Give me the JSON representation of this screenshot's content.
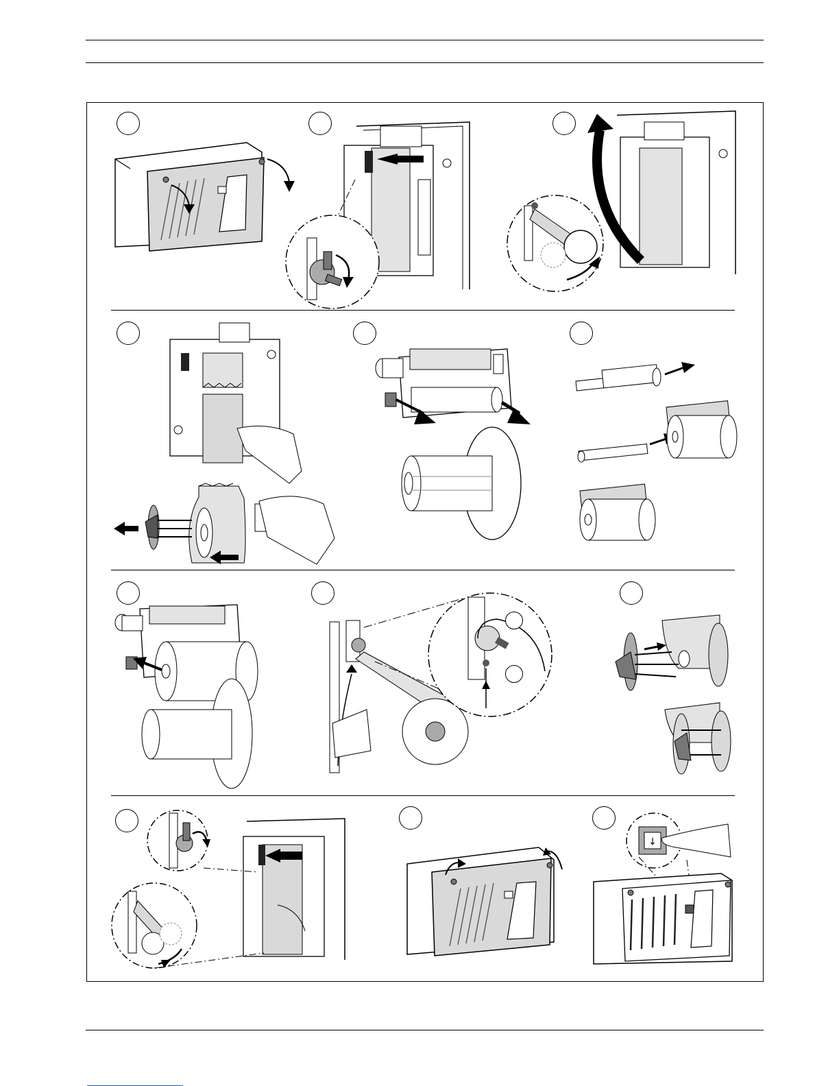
{
  "document": {
    "header_text": "",
    "footer_text": ""
  },
  "figure": {
    "panels": [
      {
        "step": "",
        "icon": "printer-cover-open-illustration"
      },
      {
        "step": "",
        "icon": "release-lever-illustration"
      },
      {
        "step": "",
        "icon": "swing-out-roll-holder-illustration"
      },
      {
        "step": "",
        "icon": "remove-used-roll-illustration"
      },
      {
        "step": "",
        "icon": "pull-out-core-illustration"
      },
      {
        "step": "",
        "icon": "prepare-new-roll-illustration"
      },
      {
        "step": "",
        "icon": "insert-new-roll-illustration"
      },
      {
        "step": "",
        "icon": "thread-paper-path-illustration"
      },
      {
        "step": "",
        "icon": "attach-take-up-spool-illustration"
      },
      {
        "step": "",
        "icon": "close-lever-illustration"
      },
      {
        "step": "",
        "icon": "close-cover-illustration"
      },
      {
        "step": "",
        "icon": "press-feed-button-illustration"
      }
    ],
    "callouts": [
      "",
      ""
    ]
  }
}
